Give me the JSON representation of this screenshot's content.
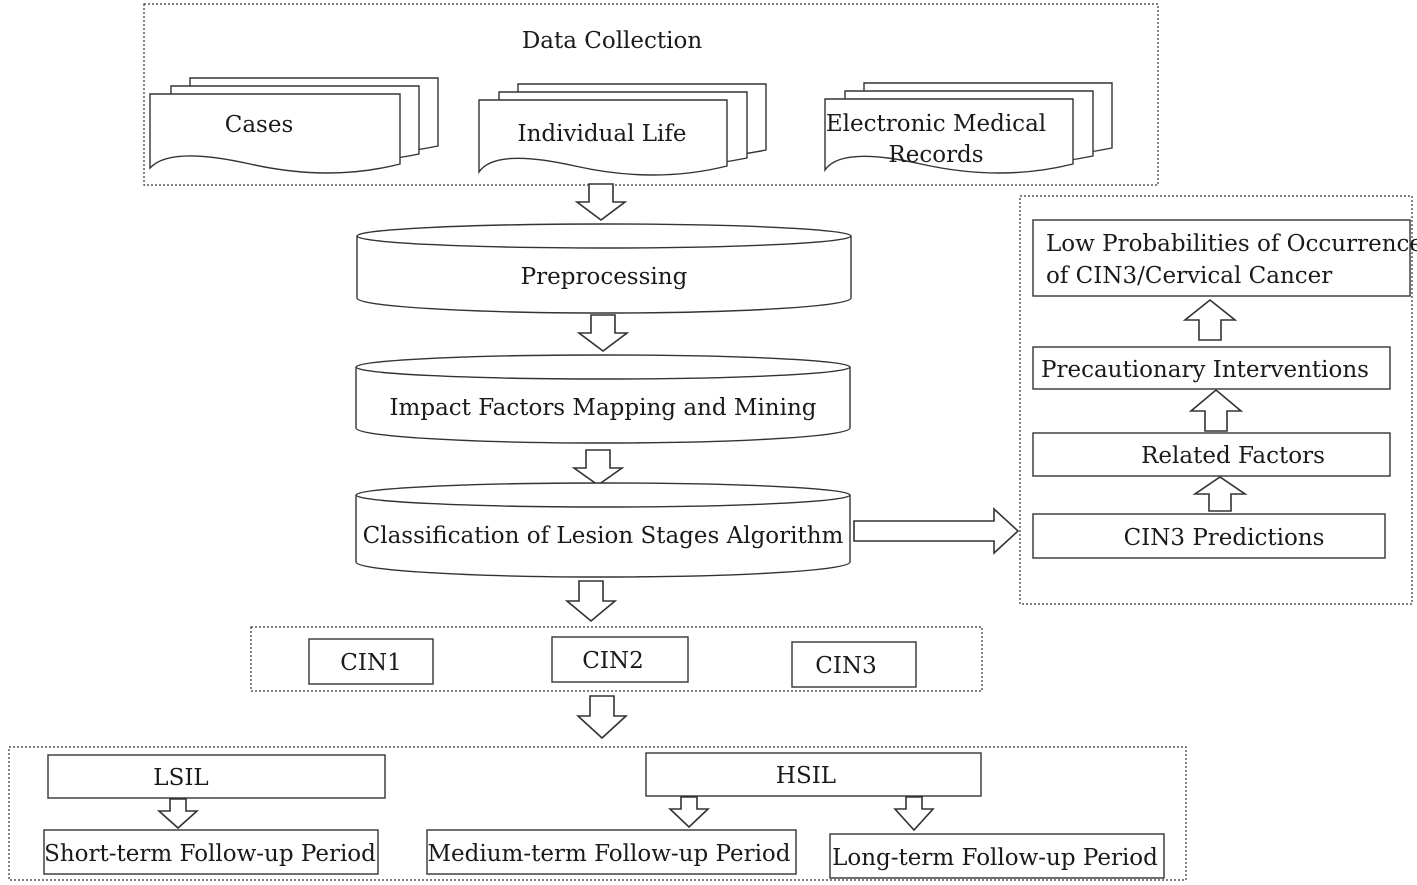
{
  "data_collection": {
    "title": "Data Collection",
    "sources": [
      {
        "label": "Cases"
      },
      {
        "label": "Individual Life"
      },
      {
        "label_line1": "Electronic Medical",
        "label_line2": "Records"
      }
    ]
  },
  "pipeline": {
    "preprocessing": "Preprocessing",
    "mining": "Impact Factors Mapping and Mining",
    "classification": "Classification of Lesion Stages Algorithm"
  },
  "stages": [
    "CIN1",
    "CIN2",
    "CIN3"
  ],
  "grades": {
    "lsil": "LSIL",
    "hsil": "HSIL"
  },
  "followups": {
    "short": "Short-term Follow-up Period",
    "medium": "Medium-term Follow-up Period",
    "long": "Long-term Follow-up Period"
  },
  "prediction_chain": {
    "predictions": "CIN3 Predictions",
    "factors": "Related Factors",
    "interventions": "Precautionary Interventions",
    "outcome_line1": "Low Probabilities of Occurrence",
    "outcome_line2": "of CIN3/Cervical Cancer"
  },
  "colors": {
    "line": "#333333",
    "text": "#1a1a1a",
    "background": "#ffffff"
  }
}
